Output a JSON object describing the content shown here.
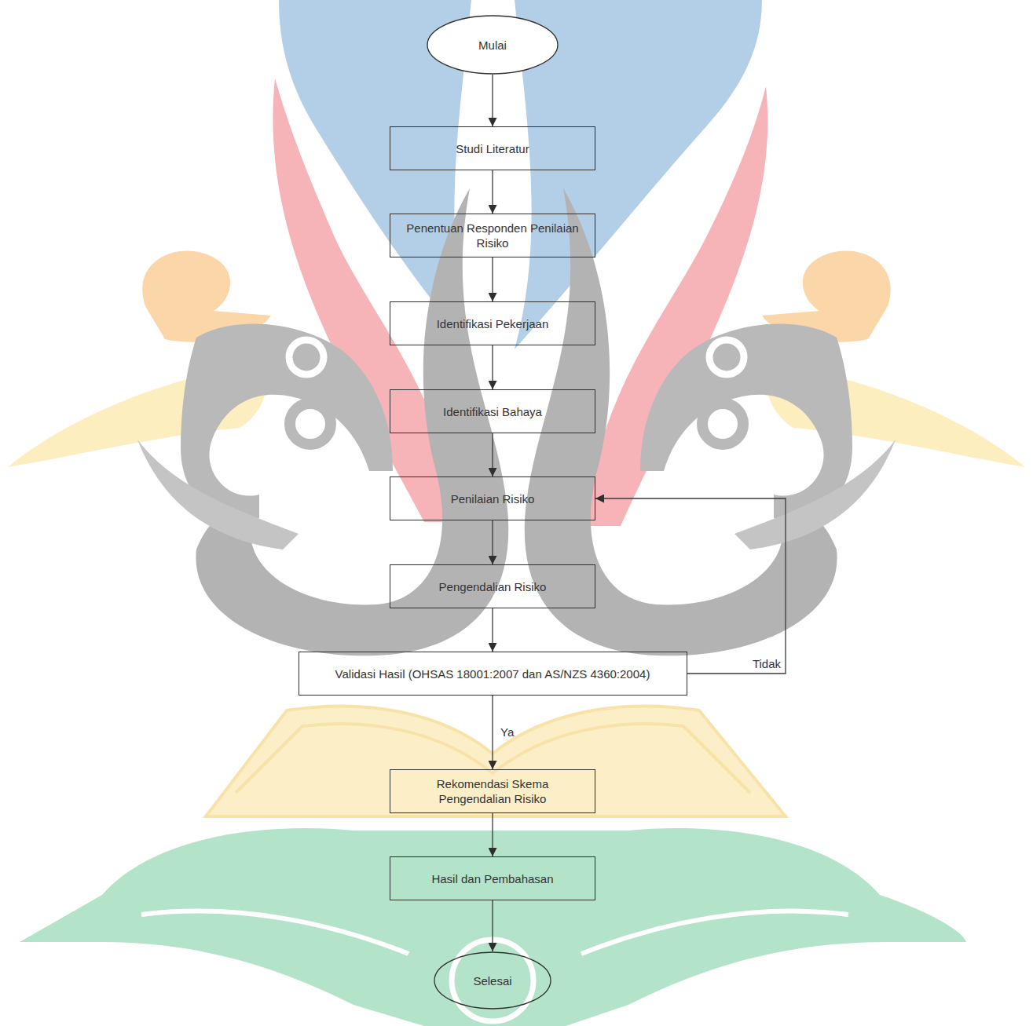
{
  "diagram": {
    "nodes": [
      {
        "text": [
          "Mulai"
        ]
      },
      {
        "text": [
          "Studi Literatur"
        ]
      },
      {
        "text": [
          "Penentuan Responden Penilaian Risiko"
        ]
      },
      {
        "text": [
          "Identifikasi Pekerjaan"
        ]
      },
      {
        "text": [
          "Identifikasi Bahaya"
        ]
      },
      {
        "text": [
          "Penilaian Risiko"
        ]
      },
      {
        "text": [
          "Pengendalian Risiko"
        ]
      },
      {
        "text": [
          "Validasi Hasil (OHSAS 18001:2007 dan AS/NZS 4360:2004)"
        ]
      },
      {
        "text": [
          "Rekomendasi Skema Pengendalian Risiko"
        ]
      },
      {
        "text": [
          "Hasil dan Pembahasan"
        ]
      },
      {
        "text": [
          "Selesai"
        ]
      }
    ],
    "edges": [
      {
        "from": 0,
        "to": 1,
        "arrow": "to"
      },
      {
        "from": 1,
        "to": 2,
        "arrow": "to"
      },
      {
        "from": 2,
        "to": 3,
        "arrow": "to"
      },
      {
        "from": 3,
        "to": 4,
        "arrow": "to"
      },
      {
        "from": 4,
        "to": 5,
        "arrow": "to"
      },
      {
        "from": 5,
        "to": 6,
        "arrow": "to"
      },
      {
        "from": 6,
        "to": 7,
        "arrow": "to"
      },
      {
        "from": 7,
        "to": 5,
        "label": "Tidak",
        "arrow": "to"
      },
      {
        "from": 7,
        "to": 8,
        "label": "Ya",
        "arrow": "to"
      },
      {
        "from": 8,
        "to": 9,
        "arrow": "to"
      },
      {
        "from": 9,
        "to": 10,
        "arrow": "to"
      }
    ]
  }
}
